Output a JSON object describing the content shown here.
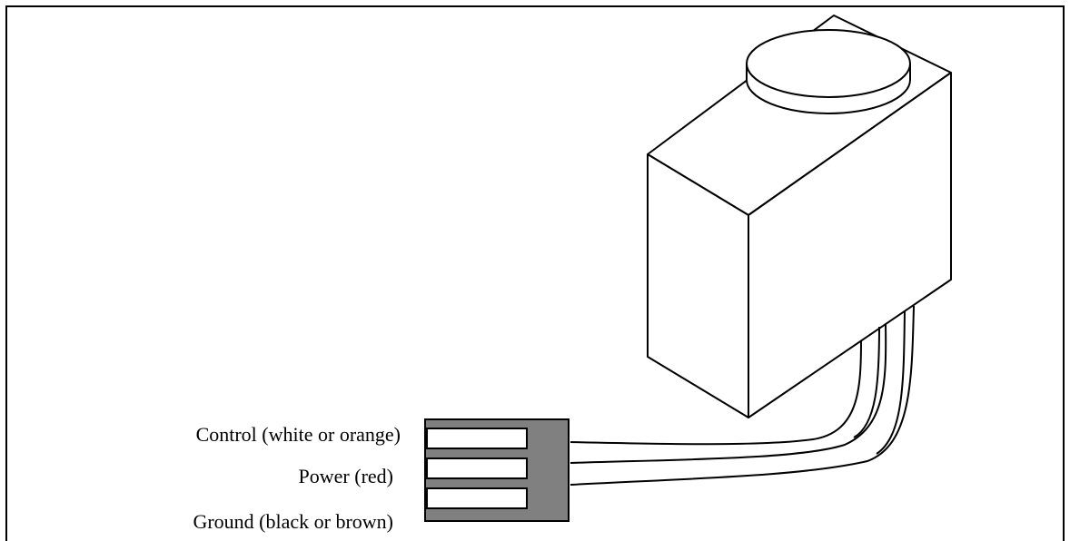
{
  "labels": {
    "control": "Control (white or orange)",
    "power": "Power (red)",
    "ground": "Ground (black or brown)"
  },
  "colors": {
    "background": "#ffffff",
    "stroke": "#000000",
    "connector_body": "#808080",
    "pin_slot": "#ffffff"
  }
}
